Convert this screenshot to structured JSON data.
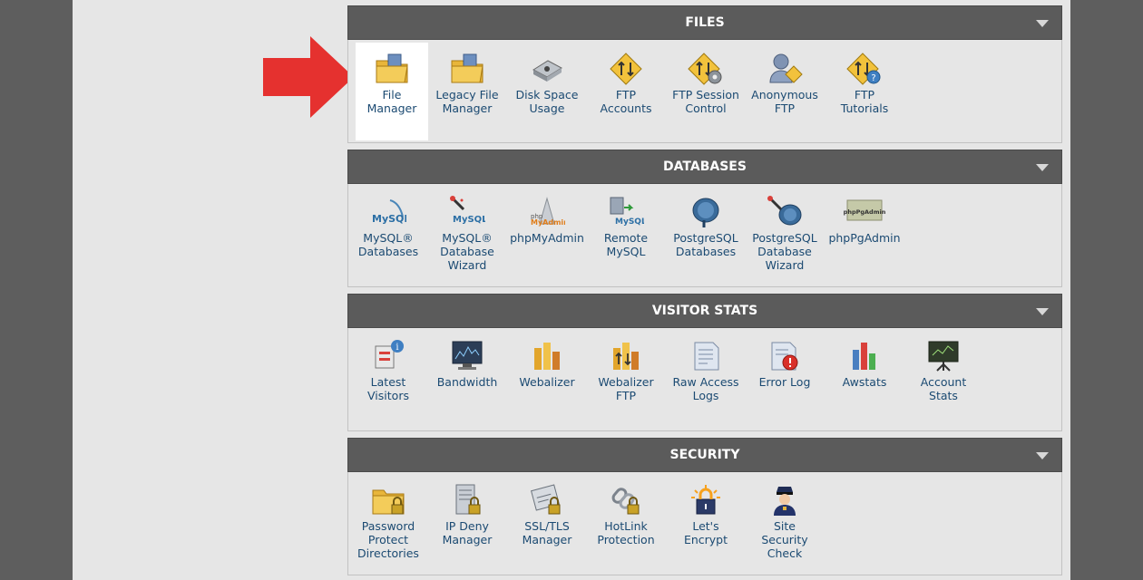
{
  "sections": [
    {
      "title": "FILES",
      "items": [
        {
          "label": "File\nManager",
          "icon": "folder-icon"
        },
        {
          "label": "Legacy File\nManager",
          "icon": "folder-icon"
        },
        {
          "label": "Disk Space\nUsage",
          "icon": "disk-icon"
        },
        {
          "label": "FTP\nAccounts",
          "icon": "ftp-icon"
        },
        {
          "label": "FTP Session\nControl",
          "icon": "ftp-gear-icon"
        },
        {
          "label": "Anonymous\nFTP",
          "icon": "anonymous-user-icon"
        },
        {
          "label": "FTP\nTutorials",
          "icon": "ftp-tutorial-icon"
        }
      ]
    },
    {
      "title": "DATABASES",
      "items": [
        {
          "label": "MySQL®\nDatabases",
          "icon": "mysql-icon"
        },
        {
          "label": "MySQL®\nDatabase\nWizard",
          "icon": "mysql-wizard-icon"
        },
        {
          "label": "phpMyAdmin",
          "icon": "phpmyadmin-icon"
        },
        {
          "label": "Remote\nMySQL",
          "icon": "remote-mysql-icon"
        },
        {
          "label": "PostgreSQL\nDatabases",
          "icon": "postgresql-icon"
        },
        {
          "label": "PostgreSQL\nDatabase\nWizard",
          "icon": "postgresql-wizard-icon"
        },
        {
          "label": "phpPgAdmin",
          "icon": "phppgadmin-icon"
        }
      ]
    },
    {
      "title": "VISITOR STATS",
      "items": [
        {
          "label": "Latest\nVisitors",
          "icon": "visitors-icon"
        },
        {
          "label": "Bandwidth",
          "icon": "bandwidth-monitor-icon"
        },
        {
          "label": "Webalizer",
          "icon": "bar-chart-icon"
        },
        {
          "label": "Webalizer\nFTP",
          "icon": "bar-chart-ftp-icon"
        },
        {
          "label": "Raw Access\nLogs",
          "icon": "log-icon"
        },
        {
          "label": "Error Log",
          "icon": "error-log-icon"
        },
        {
          "label": "Awstats",
          "icon": "awstats-icon"
        },
        {
          "label": "Account\nStats",
          "icon": "presentation-board-icon"
        }
      ]
    },
    {
      "title": "SECURITY",
      "items": [
        {
          "label": "Password\nProtect\nDirectories",
          "icon": "locked-folder-icon"
        },
        {
          "label": "IP Deny\nManager",
          "icon": "server-lock-icon"
        },
        {
          "label": "SSL/TLS\nManager",
          "icon": "certificate-lock-icon"
        },
        {
          "label": "HotLink\nProtection",
          "icon": "chain-lock-icon"
        },
        {
          "label": "Let's\nEncrypt",
          "icon": "lets-encrypt-icon"
        },
        {
          "label": "Site\nSecurity\nCheck",
          "icon": "security-officer-icon"
        }
      ]
    }
  ],
  "highlight": {
    "section": 0,
    "item": 0,
    "arrow_color": "#e5312f"
  },
  "colors": {
    "header_bg": "#5b5b5b",
    "link": "#1b4a72",
    "panel_bg": "#e6e6e6"
  }
}
